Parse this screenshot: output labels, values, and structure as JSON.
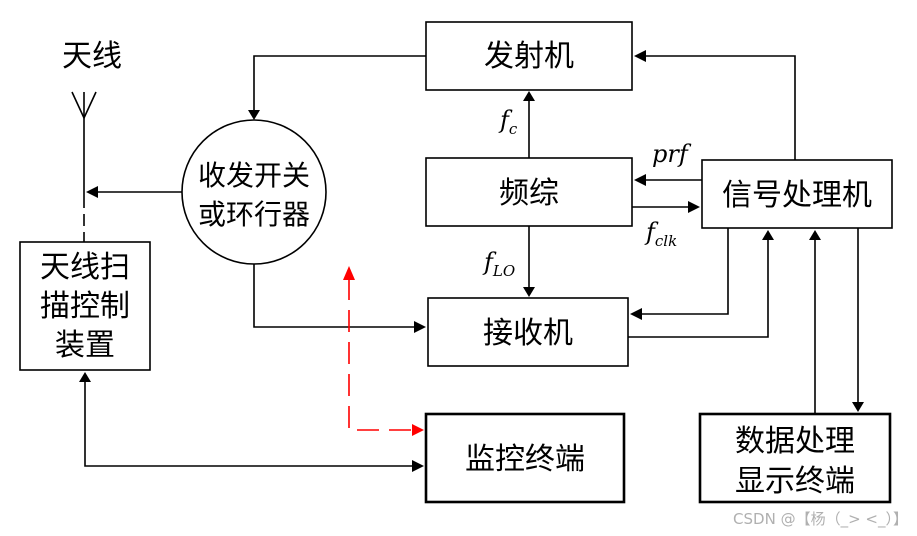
{
  "antenna": {
    "label": "天线"
  },
  "blocks": {
    "transmitter": "发射机",
    "duplexer": {
      "line1": "收发开关",
      "line2": "或环行器"
    },
    "synthesizer": "频综",
    "signal_processor": "信号处理机",
    "receiver": "接收机",
    "antenna_control": {
      "line1": "天线扫",
      "line2": "描控制",
      "line3": "装置"
    },
    "monitor_terminal": "监控终端",
    "data_display": {
      "line1": "数据处理",
      "line2": "显示终端"
    }
  },
  "signals": {
    "fc": {
      "base": "f",
      "sub": "c"
    },
    "prf": "prf",
    "fclk": {
      "base": "f",
      "sub": "clk"
    },
    "flo": {
      "base": "f",
      "sub": "LO"
    }
  },
  "watermark": "CSDN @【杨（_> <_）】",
  "colors": {
    "line": "#000000",
    "control_link": "#ff0000",
    "watermark": "#b0b0b0"
  }
}
